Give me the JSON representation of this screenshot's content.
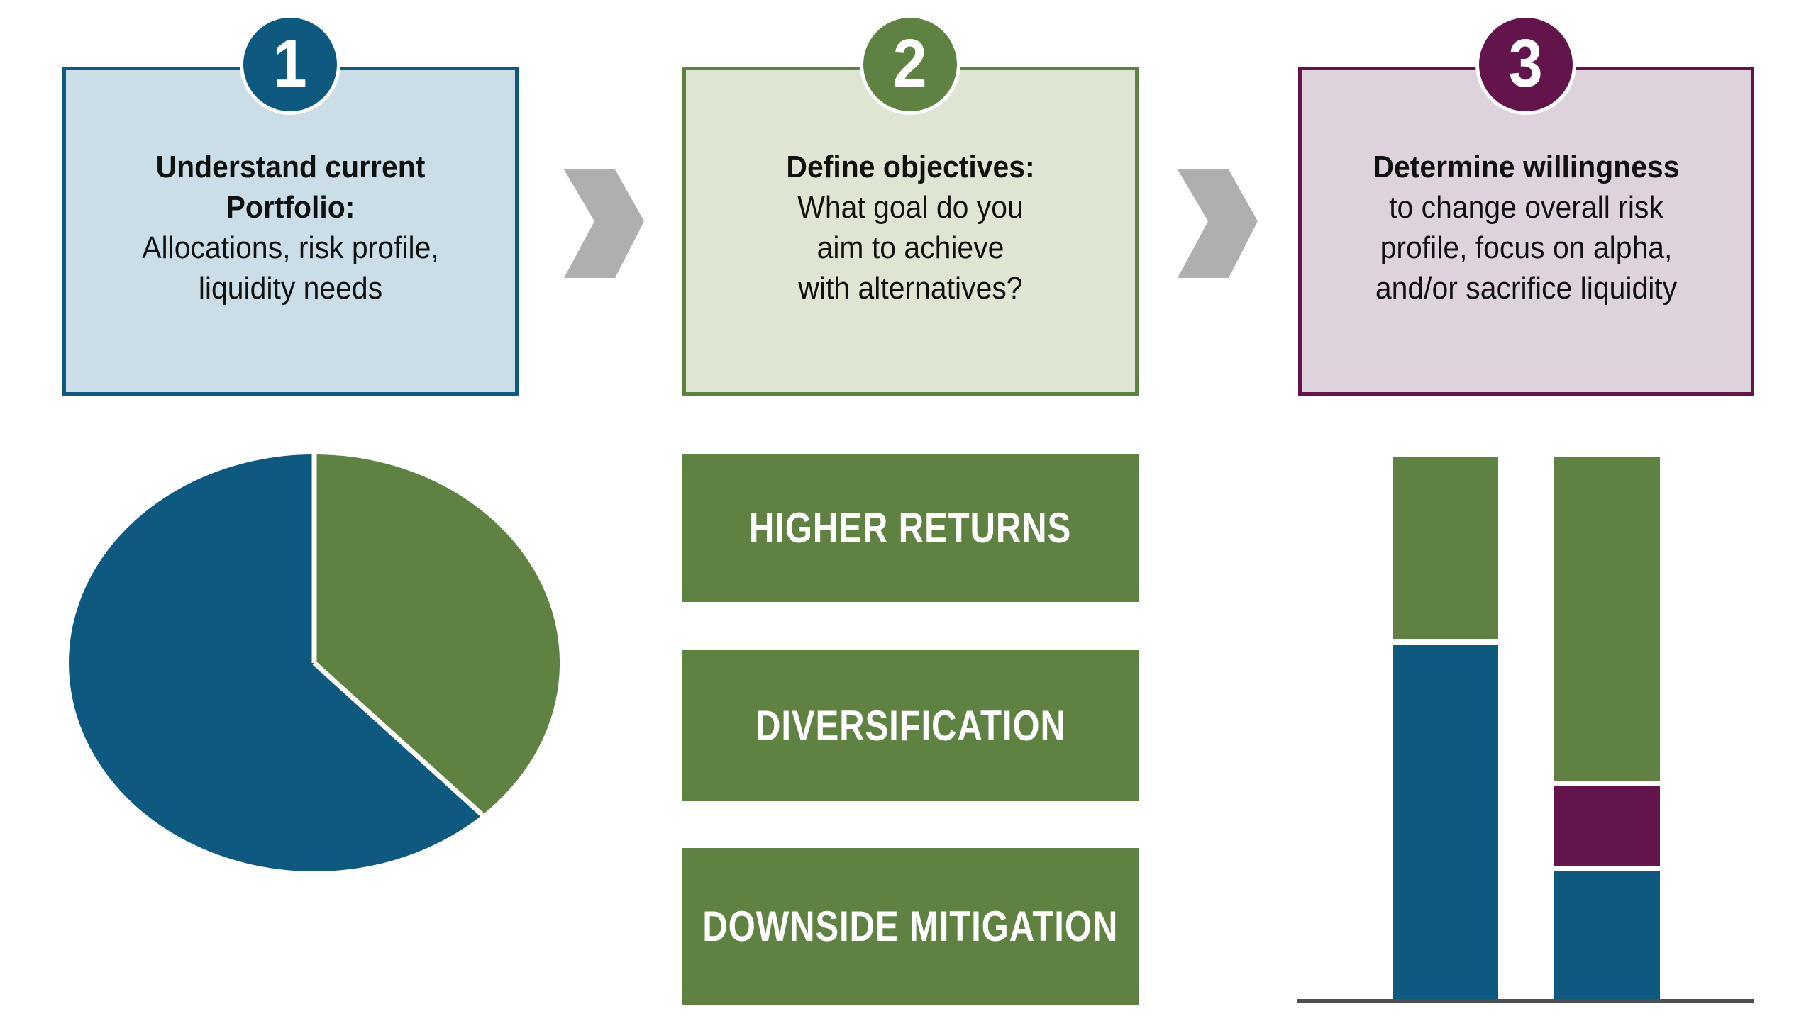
{
  "palette": {
    "blue": "#0d5980",
    "green": "#5f8142",
    "purple": "#63144b",
    "light_blue": "#cbdde7",
    "light_green": "#dee5d3",
    "light_purple": "#ded2dd",
    "arrow_gray": "#adafb1",
    "baseline_gray": "#4b4f54",
    "text": "#111111",
    "white": "#ffffff"
  },
  "steps": [
    {
      "number": "1",
      "line1": "Understand current",
      "line2": "Portfolio:",
      "line3": "Allocations, risk profile,",
      "line4": "liquidity needs"
    },
    {
      "number": "2",
      "line1": "Define objectives:",
      "line2": "What goal do you",
      "line3": "aim to achieve",
      "line4": "with alternatives?"
    },
    {
      "number": "3",
      "line1": "Determine willingness",
      "line2": "to change overall risk",
      "line3": "profile, focus on alpha,",
      "line4": "and/or sacrifice liquidity"
    }
  ],
  "objective_bars": [
    {
      "label": "HIGHER RETURNS"
    },
    {
      "label": "DIVERSIFICATION"
    },
    {
      "label": "DOWNSIDE MITIGATION"
    }
  ],
  "chart_data": [
    {
      "type": "pie",
      "description": "current portfolio allocation pie under step 1",
      "start_angle_deg": 0,
      "direction": "clockwise",
      "slices": [
        {
          "value": 38,
          "color_key": "green"
        },
        {
          "value": 62,
          "color_key": "blue"
        }
      ],
      "title": "",
      "legend": "none",
      "data_labels": "none"
    },
    {
      "type": "bar",
      "subtype": "stacked-column",
      "description": "two stacked allocation columns under step 3, white gaps between segments, gray baseline",
      "bars": [
        {
          "segments_top_to_bottom": [
            {
              "color_key": "green",
              "pct": 34
            },
            {
              "color_key": "blue",
              "pct": 66
            }
          ]
        },
        {
          "segments_top_to_bottom": [
            {
              "color_key": "green",
              "pct": 61
            },
            {
              "color_key": "purple",
              "pct": 15
            },
            {
              "color_key": "blue",
              "pct": 24
            }
          ]
        }
      ],
      "title": "",
      "axis_labels": "none",
      "ylim": [
        0,
        100
      ]
    }
  ]
}
